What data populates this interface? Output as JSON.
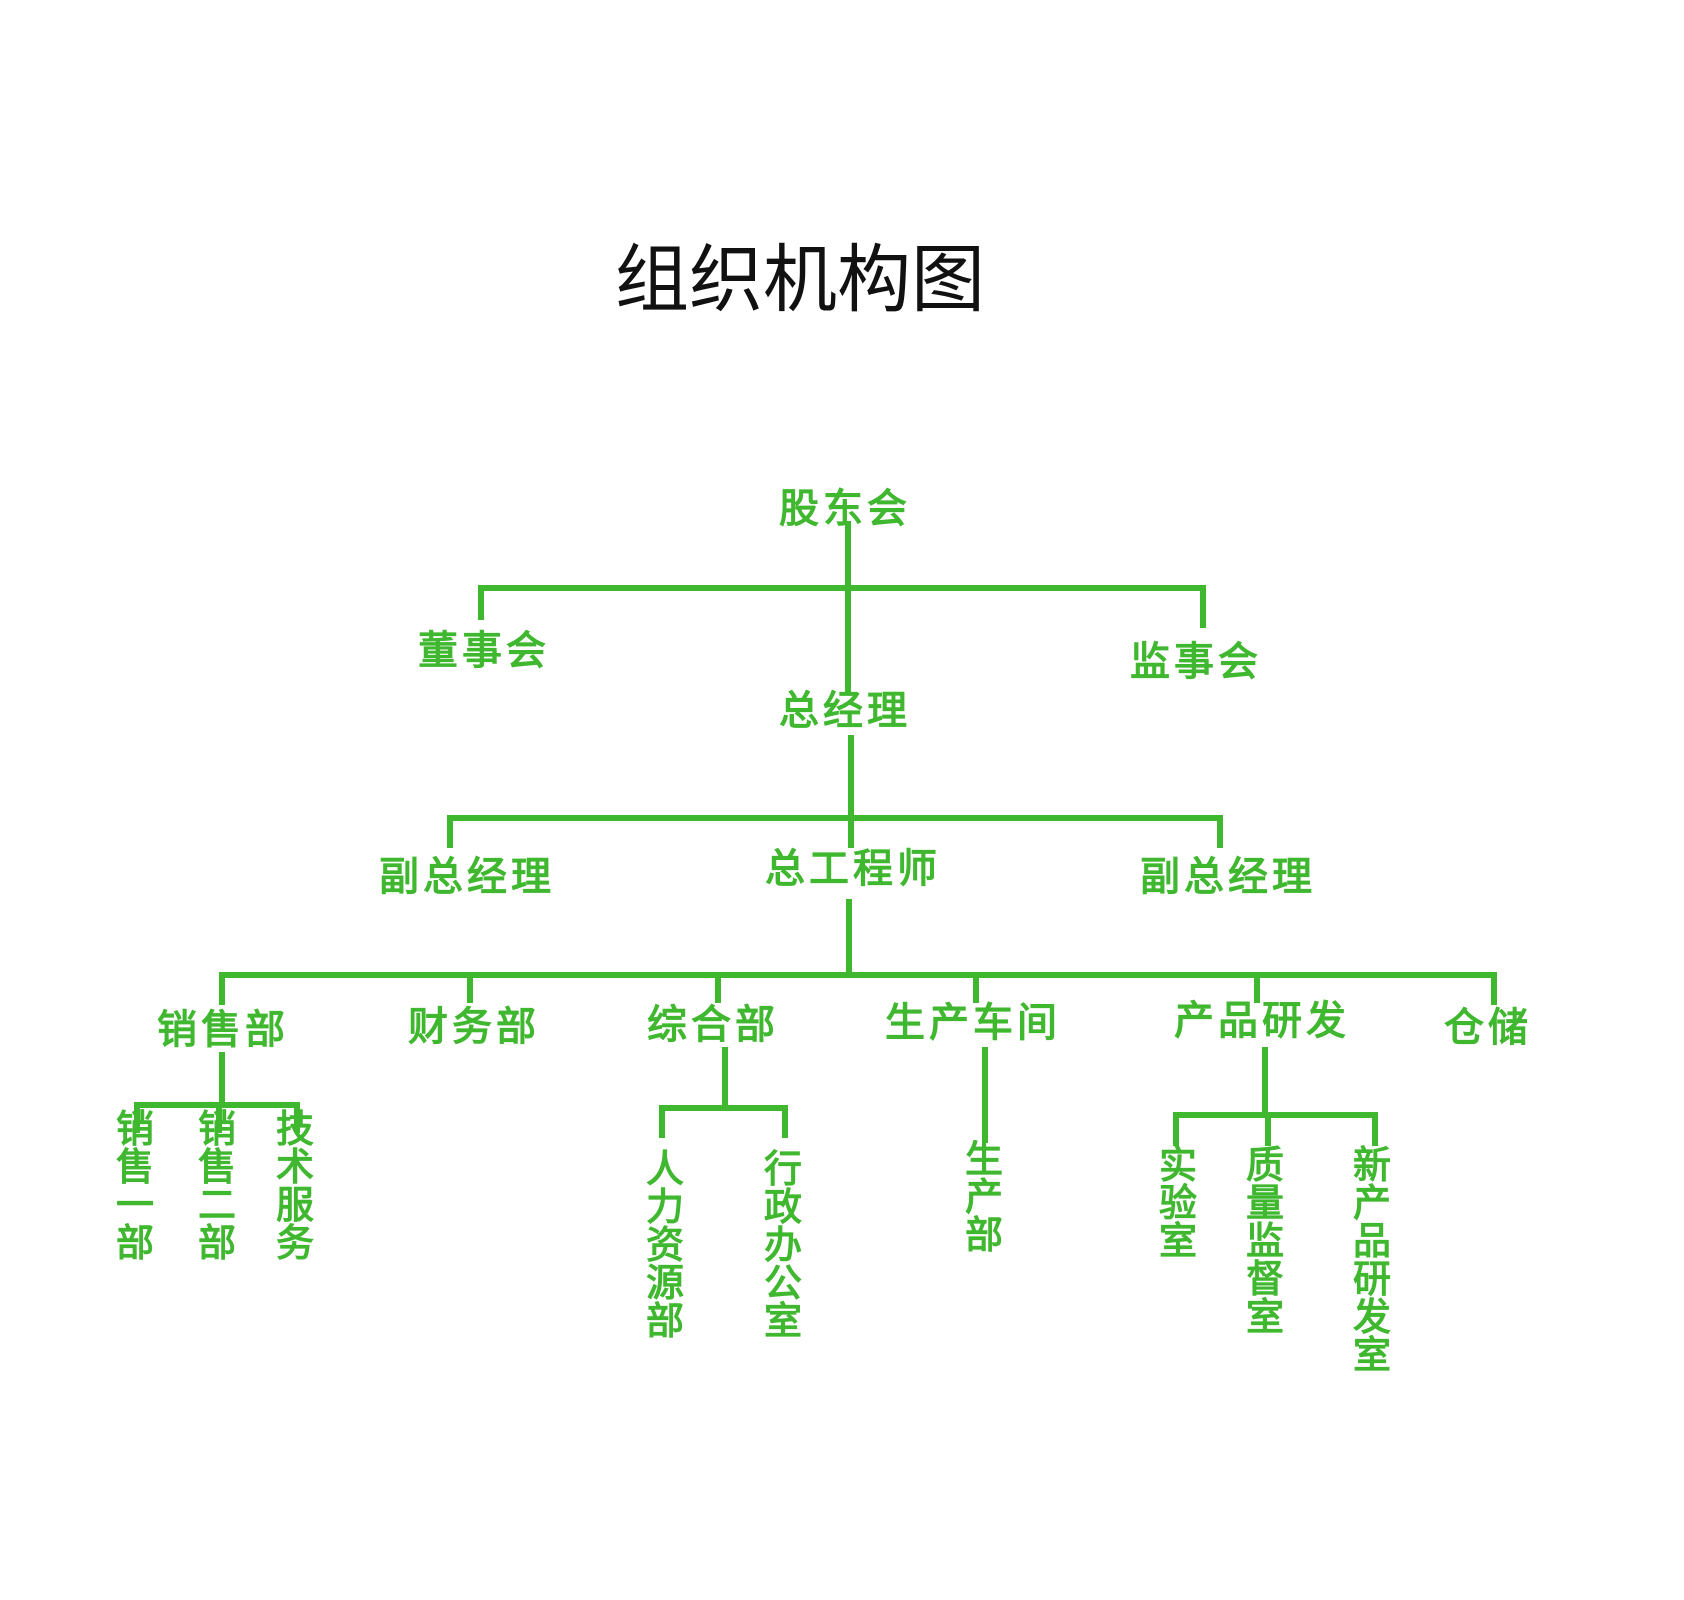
{
  "title": "组织机构图",
  "colors": {
    "node": "#3fb72f",
    "line": "#3fb72f",
    "title": "#111111",
    "background": "#ffffff"
  },
  "nodes": {
    "shareholders": "股东会",
    "board": "董事会",
    "supervisors": "监事会",
    "gm": "总经理",
    "vgm_left": "副总经理",
    "chief_engineer": "总工程师",
    "vgm_right": "副总经理",
    "sales": "销售部",
    "finance": "财务部",
    "general": "综合部",
    "workshop": "生产车间",
    "rd": "产品研发",
    "storage": "仓储",
    "sales1": "销售一部",
    "sales2": "销售二部",
    "tech": "技术服务",
    "hr": "人力资源部",
    "admin": "行政办公室",
    "production": "生产部",
    "lab": "实验室",
    "qa": "质量监督室",
    "newprod": "新产品研发室"
  }
}
